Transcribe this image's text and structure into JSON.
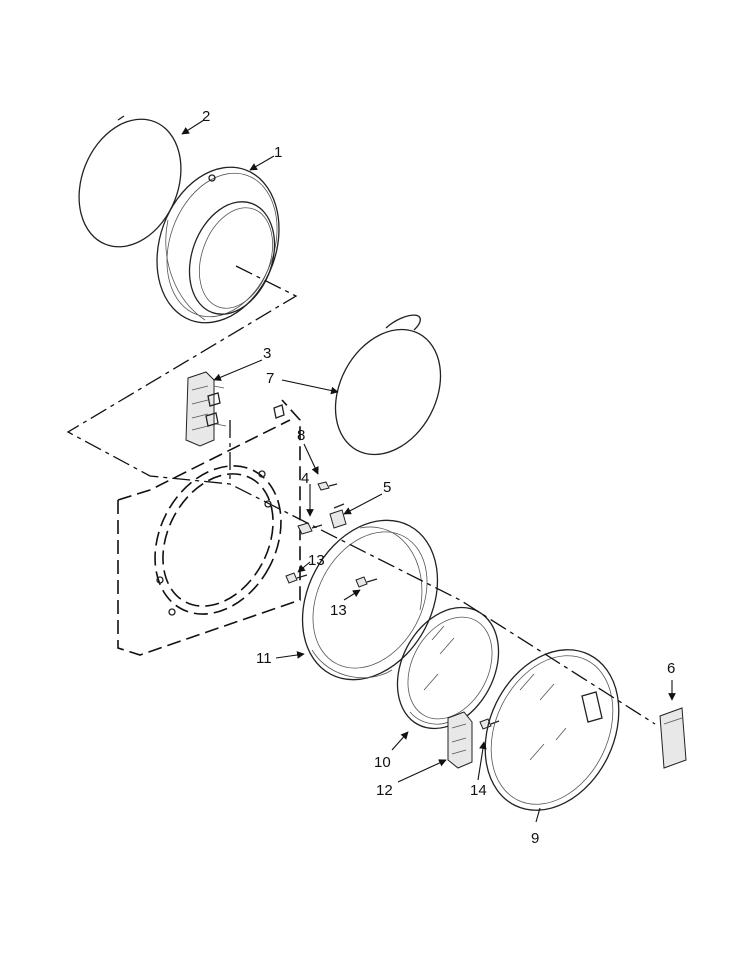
{
  "callouts": [
    {
      "id": "c2",
      "text": "2"
    },
    {
      "id": "c1",
      "text": "1"
    },
    {
      "id": "c3",
      "text": "3"
    },
    {
      "id": "c7",
      "text": "7"
    },
    {
      "id": "c8",
      "text": "8"
    },
    {
      "id": "c4",
      "text": "4"
    },
    {
      "id": "c5",
      "text": "5"
    },
    {
      "id": "c13a",
      "text": "13"
    },
    {
      "id": "c13b",
      "text": "13"
    },
    {
      "id": "c11",
      "text": "11"
    },
    {
      "id": "c6",
      "text": "6"
    },
    {
      "id": "c10",
      "text": "10"
    },
    {
      "id": "c12",
      "text": "12"
    },
    {
      "id": "c14",
      "text": "14"
    },
    {
      "id": "c9",
      "text": "9"
    }
  ],
  "colors": {
    "line": "#222222",
    "background": "#ffffff",
    "part_fill": "#e8e8e8"
  }
}
